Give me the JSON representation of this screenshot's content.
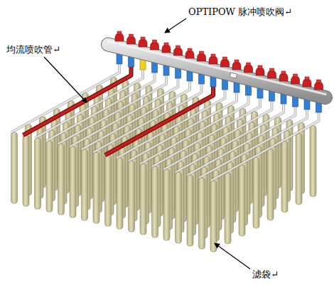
{
  "diagram": {
    "labels": [
      "OPTIPOW 脉冲喷吹阀↵",
      "均流喷吹管↵",
      "滤袋↵"
    ]
  }
}
